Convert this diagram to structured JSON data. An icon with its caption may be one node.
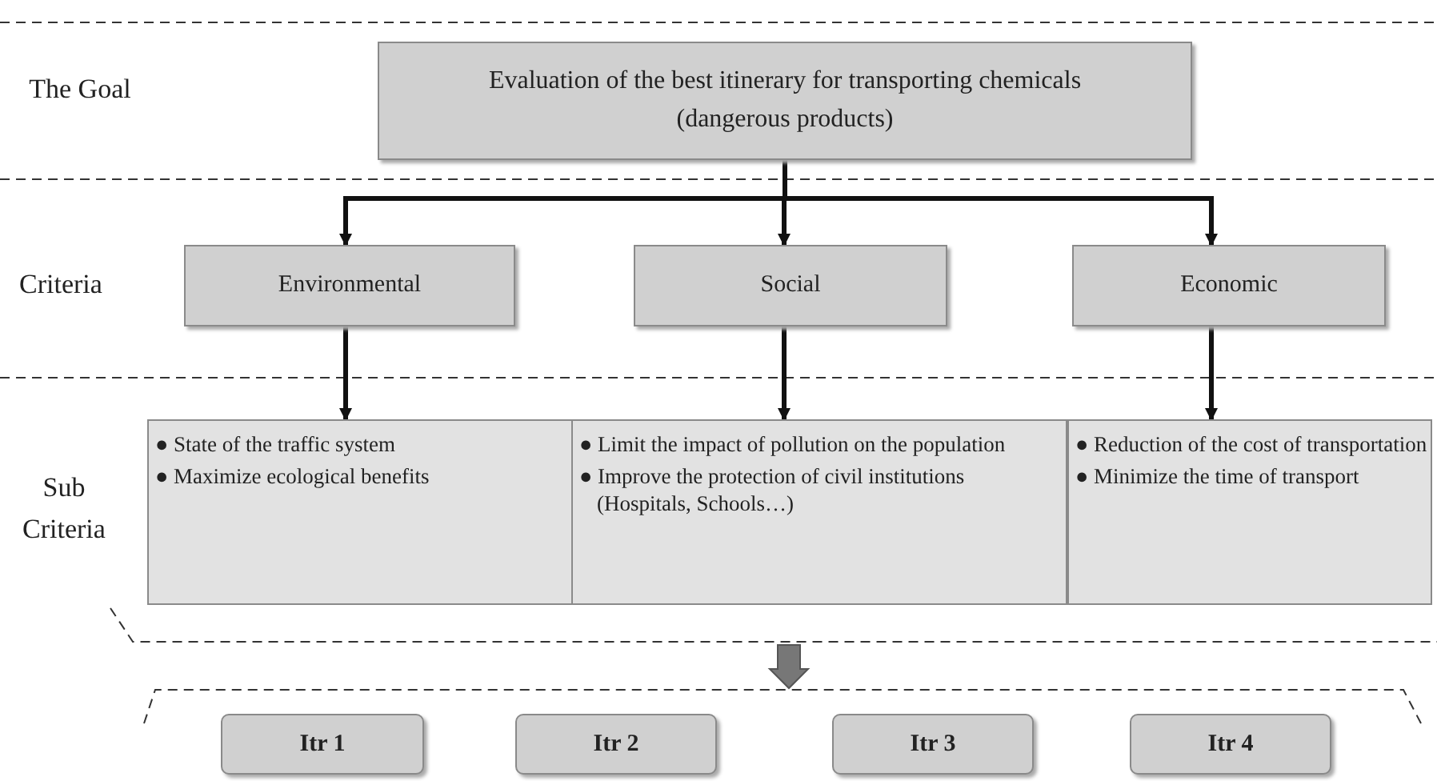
{
  "diagram": {
    "nodes": [
      {
        "text": [
          "Evaluation of the best itinerary for transporting chemicals (dangerous products)"
        ]
      },
      {
        "text": [
          "Environmental"
        ]
      },
      {
        "text": [
          "Social"
        ]
      },
      {
        "text": [
          "Economic"
        ]
      },
      {
        "text": [
          "● State of the traffic system",
          "● Maximize ecological benefits"
        ]
      },
      {
        "text": [
          "● Limit the impact of pollution on the population",
          "● Improve the protection of civil institutions (Hospitals, Schools…)"
        ]
      },
      {
        "text": [
          "● Reduction of the cost of transportation",
          "● Minimize the time of transport"
        ]
      },
      {
        "text": [
          "Itr 1"
        ]
      },
      {
        "text": [
          "Itr 2"
        ]
      },
      {
        "text": [
          "Itr 3"
        ]
      },
      {
        "text": [
          "Itr 4"
        ]
      }
    ],
    "edges": [
      {
        "from": 0,
        "to": 1,
        "arrow": "to"
      },
      {
        "from": 0,
        "to": 2,
        "arrow": "to"
      },
      {
        "from": 0,
        "to": 3,
        "arrow": "to"
      },
      {
        "from": 1,
        "to": 4,
        "arrow": "to"
      },
      {
        "from": 2,
        "to": 5,
        "arrow": "to"
      },
      {
        "from": 3,
        "to": 6,
        "arrow": "to"
      }
    ],
    "labels": [
      "The Goal",
      "Criteria",
      "Sub Criteria"
    ]
  }
}
